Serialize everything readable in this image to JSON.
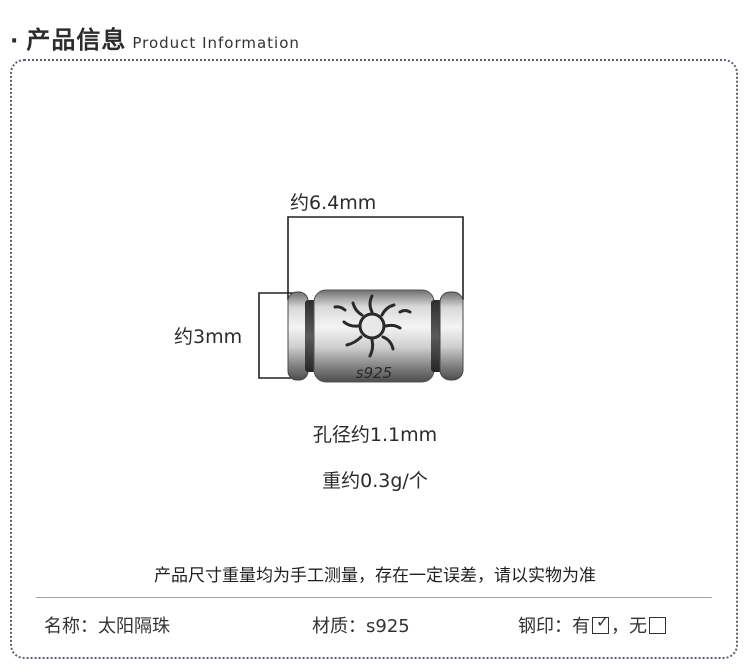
{
  "header": {
    "bullet": "·",
    "title_cn": "产品信息",
    "title_en": "Product Information"
  },
  "dimensions": {
    "width_label": "约6.4mm",
    "height_label": "约3mm",
    "hole_label": "孔径约1.1mm",
    "weight_label": "重约0.3g/个"
  },
  "note": "产品尺寸重量均为手工测量，存在一定误差，请以实物为准",
  "specs": {
    "name": "名称：太阳隔珠",
    "material": "材质：s925",
    "stamp_prefix": "钢印：有",
    "stamp_middle": "，无",
    "stamp_yes_checked": true,
    "stamp_no_checked": false
  },
  "product_image": {
    "engraving": "s925",
    "motif": "sun"
  },
  "colors": {
    "frame": "#5a6272",
    "dimension_line": "#222222"
  }
}
